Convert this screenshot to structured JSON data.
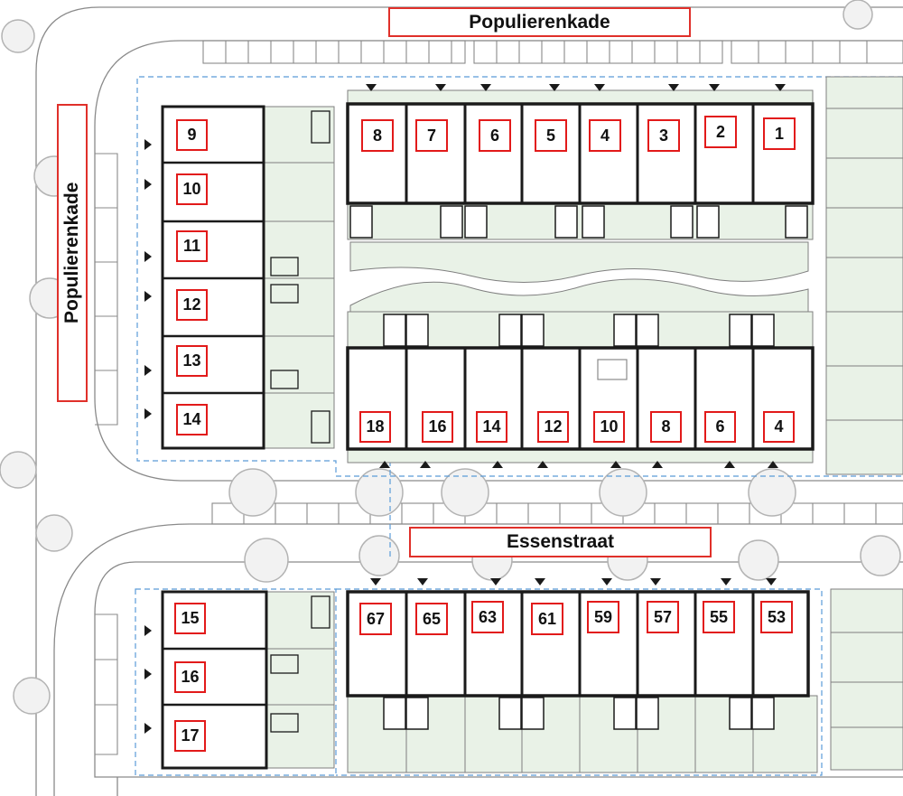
{
  "streets": {
    "top": "Populierenkade",
    "left": "Populierenkade",
    "middle": "Essenstraat"
  },
  "colors": {
    "street_label_border": "#e0302a",
    "house_number_border": "#e21a1a",
    "garden_green": "#e9f2e7",
    "plot_boundary_dashed": "#5a9bd8",
    "building_outline": "#1a1a1a"
  },
  "house_numbers": {
    "left_top_block": [
      "9",
      "10",
      "11",
      "12",
      "13",
      "14"
    ],
    "top_row": [
      "8",
      "7",
      "6",
      "5",
      "4",
      "3",
      "2",
      "1"
    ],
    "middle_row": [
      "18",
      "16",
      "14",
      "12",
      "10",
      "8",
      "6",
      "4"
    ],
    "left_bottom_block": [
      "15",
      "16",
      "17"
    ],
    "bottom_row": [
      "67",
      "65",
      "63",
      "61",
      "59",
      "57",
      "55",
      "53"
    ]
  }
}
